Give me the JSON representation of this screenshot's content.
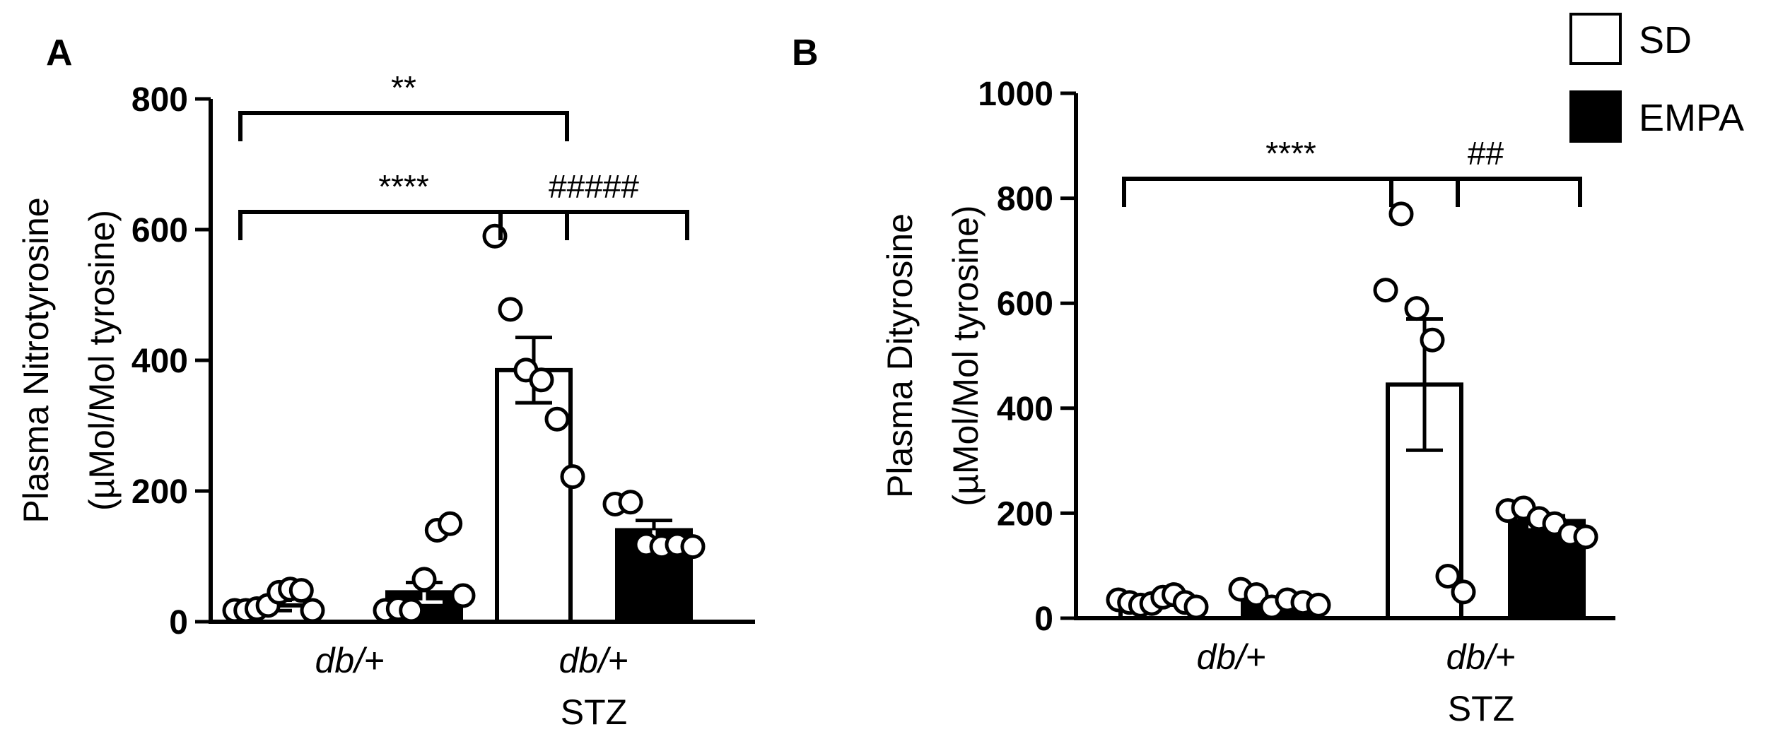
{
  "legend": {
    "entries": [
      {
        "label": "SD",
        "fill": "#ffffff"
      },
      {
        "label": "EMPA",
        "fill": "#000000"
      }
    ]
  },
  "chart_data": [
    {
      "type": "bar",
      "panel": "A",
      "ylabel_line1": "Plasma Nitrotyrosine",
      "ylabel_line2": "(µMol/Mol tyrosine)",
      "ylim": [
        0,
        800
      ],
      "yticks": [
        0,
        200,
        400,
        600,
        800
      ],
      "categories": [
        {
          "label": "db/+",
          "line2": ""
        },
        {
          "label": "db/+",
          "line2": "STZ"
        }
      ],
      "series": [
        {
          "name": "SD",
          "fill": "#ffffff",
          "means": [
            25,
            385
          ],
          "sem": [
            8,
            50
          ],
          "points": [
            [
              10,
              15,
              20,
              25,
              45,
              50,
              48,
              10
            ],
            [
              590,
              478,
              385,
              370,
              310,
              222
            ]
          ]
        },
        {
          "name": "EMPA",
          "fill": "#000000",
          "means": [
            45,
            140
          ],
          "sem": [
            15,
            15
          ],
          "points": [
            [
              10,
              20,
              10,
              65,
              140,
              150,
              40
            ],
            [
              180,
              183,
              118,
              115,
              118,
              115
            ]
          ]
        }
      ],
      "significance": [
        {
          "label": "**",
          "from": [
            0,
            0
          ],
          "to": [
            1,
            0
          ],
          "level": "top"
        },
        {
          "label": "****",
          "from": [
            0,
            0
          ],
          "to": [
            1,
            0
          ],
          "level": "lower"
        },
        {
          "label": "#####",
          "from": [
            1,
            0
          ],
          "to": [
            1,
            1
          ],
          "level": "lower"
        }
      ]
    },
    {
      "type": "bar",
      "panel": "B",
      "ylabel_line1": "Plasma Dityrosine",
      "ylabel_line2": "(µMol/Mol tyrosine)",
      "ylim": [
        0,
        1000
      ],
      "yticks": [
        0,
        200,
        400,
        600,
        800,
        1000
      ],
      "categories": [
        {
          "label": "db/+",
          "line2": ""
        },
        {
          "label": "db/+",
          "line2": "STZ"
        }
      ],
      "series": [
        {
          "name": "SD",
          "fill": "#ffffff",
          "means": [
            30,
            445
          ],
          "sem": [
            5,
            125
          ],
          "points": [
            [
              35,
              30,
              25,
              28,
              40,
              45,
              30,
              20
            ],
            [
              625,
              770,
              590,
              530,
              80,
              50
            ]
          ]
        },
        {
          "name": "EMPA",
          "fill": "#000000",
          "means": [
            30,
            185
          ],
          "sem": [
            5,
            10
          ],
          "points": [
            [
              55,
              45,
              20,
              35,
              30,
              25
            ],
            [
              205,
              210,
              190,
              180,
              160,
              155
            ]
          ]
        }
      ],
      "significance": [
        {
          "label": "****",
          "from": [
            0,
            0
          ],
          "to": [
            1,
            0
          ],
          "level": "upper"
        },
        {
          "label": "##",
          "from": [
            1,
            0
          ],
          "to": [
            1,
            1
          ],
          "level": "upper"
        }
      ]
    }
  ]
}
